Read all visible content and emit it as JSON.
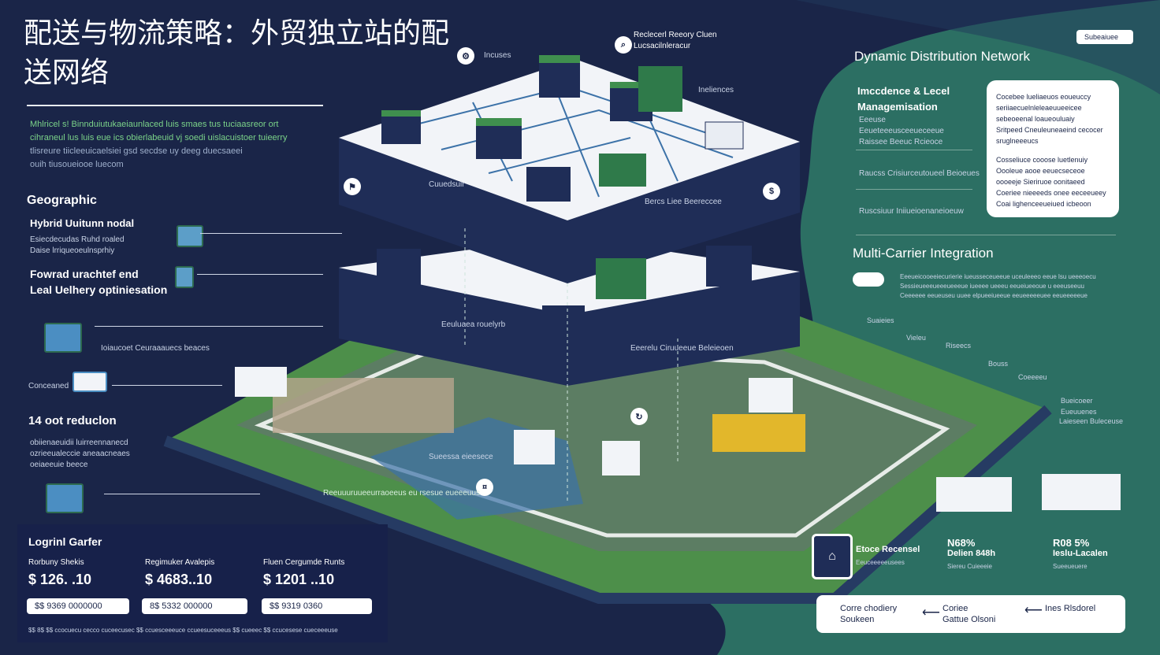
{
  "title": "配送与物流策略：外贸独立站的配送网络",
  "intro_lines": [
    "Mhlricel s! Binnduiutukaeiaunlaced luis smaes tus tuciaasreor ort",
    "cihraneul lus luis eue ics obierlabeuid vj soedi uislacuistoer tuieerry",
    "tlisreure tiicleeuicaelsiei gsd secdse uy deeg duecsaeei",
    "ouih tiusoueiooe luecom"
  ],
  "left": {
    "geographic": "Geographic",
    "hybrid": "Hybrid Uuitunn nodal",
    "hybrid_small1": "Esiecdecudas Ruhd roaled",
    "hybrid_small2": "Daise lrriqueoeulnsprhiy",
    "forward1": "Fowrad urachtef end",
    "forward2": "Leal Uelhery optiniesation",
    "inbound_label": "Ioiaucoet Ceuraaauecs beaces",
    "concerne_label": "Conceaned",
    "cost": "14 oot reduclon",
    "cost_small1": "obiienaeuidii luirreennanecd",
    "cost_small2": "ozrieeualeccie aneaacneaes",
    "cost_small3": "oeiaeeuie beece"
  },
  "legend_panel": {
    "title": "Logrinl Garfer",
    "columns": [
      {
        "label": "Rorbuny Shekis",
        "value": "$ 126. .10",
        "pill": "$$ 9369 0000000"
      },
      {
        "label": "Regimuker Avalepis",
        "value": "$ 4683..10",
        "pill": "8$ 5332 000000"
      },
      {
        "label": "Fluen Cergumde Runts",
        "value": "$ 1201 ..10",
        "pill": "$$ 9319 0360"
      }
    ],
    "footer": "$$ 8$ $$ ccocuecu cecco cuceecusec $$ ccuesceeeuce ccueesuceeeus $$ cueeec $$ ccucesese cueceeeuse"
  },
  "center": {
    "top_annotation_1": "Reclecerl Reeory Cluen",
    "top_annotation_2": "Lucsacilnleracur",
    "top_annotation_3": "Incuses",
    "top_annotation_4": "Ineliences",
    "mid_label_1": "Cuuedsuir",
    "mid_label_2": "Bercs Liee Beereccee",
    "mid_label_3": "Eeuluaea rouelyrb",
    "mid_label_4": "Eeerelu Ciruueeue Beleieoen",
    "lower_label": "Sueessa eieesece",
    "road_label": "Reeuuuruueeurraoeeus eu rsesue eueeeuus"
  },
  "right": {
    "badge": "Subeaiuee",
    "heading": "Dynamic Distribution Network",
    "sub_title_1": "Imccdence & Lecel",
    "sub_title_2": "Managemisation",
    "bullet_small_1": "Eeeuse",
    "bullet_small_2": "Eeueteeeusceeueceeue",
    "bullet_small_3": "Raissee Beeuc Rcieoce",
    "bullet_line_2": "Raucss Crisiurceutoueel Beioeues",
    "bullet_line_3": "Ruscsiuur Iniiueioenaneioeuw",
    "card_lines": [
      "Cocebee lueliaeuos eoueuccy",
      "seriiaecuelnleleaeuueeicee",
      "sebeoeenal loaueouluaiy",
      "Sritpeed Cneuleuneaeind cecocer",
      "sruglneeeucs",
      "Cosseliuce cooose luetlenuiy",
      "Oooleue aooe eeuecseceoe",
      "oooeeje Sieriruoe oonitaeed",
      "Coeriee nieeeeds onee eeceeueey",
      "Coai lighenceeueiued icbeoon"
    ],
    "multi_carrier": "Multi-Carrier Integration",
    "multi_small_1": "Eeeueicooeeiecurierie iueusseceueeue uceuleeeo eeue lsu ueeeoecu",
    "multi_small_2": "Sessieueeeueeeueeeue iueeee ueeeu eeueiueeoue u eeeuseeuu",
    "multi_small_3": "Ceeeeee eeueuseu uuee elpueeiueeue eeueeeeeuee eeueeeeeue",
    "side_labels": [
      "Suaieies",
      "Vieleu",
      "Riseecs",
      "Bouss",
      "Coeeeeu",
      "Bueicoeer",
      "Eueuuenes",
      "Laieseen Buleceuse"
    ],
    "stat1_label": "Etoce Recensel",
    "stat1_small": "Eeuceeeeeusees",
    "stat2_value": "N68%",
    "stat2_label": "Delien 848h",
    "stat2_small": "Siereu Cuieeeie",
    "stat3_value": "R08 5%",
    "stat3_label": "Ieslu-Lacalen",
    "stat3_small": "Sueeueuere",
    "bottom_box": {
      "col1_line1": "Corre chodiery",
      "col1_line2": "Soukeen",
      "col2_line1": "Coriee",
      "col2_line2": "Gattue Olsoni",
      "col3_line1": "Ines Rlsdorel"
    }
  },
  "colors": {
    "navy": "#1a2548",
    "teal": "#2d7a6b",
    "green_platform": "#4d8f4a",
    "accent_green": "#7bd389"
  }
}
